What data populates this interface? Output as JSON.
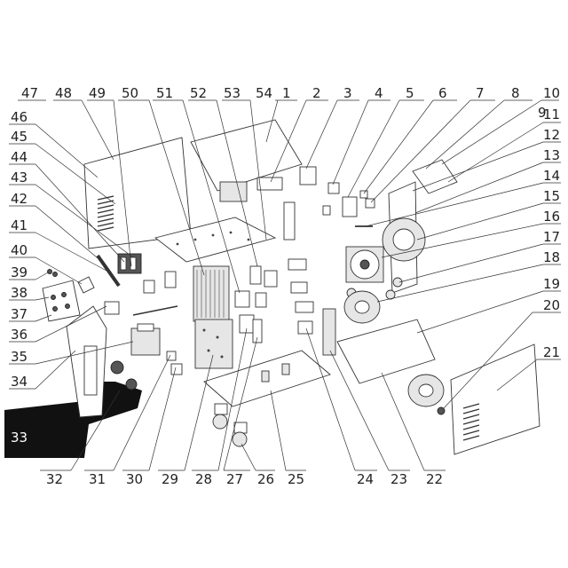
{
  "diagram": {
    "type": "exploded-parts-view",
    "top_labels": [
      "47",
      "48",
      "49",
      "50",
      "51",
      "52",
      "53",
      "54",
      "1",
      "2",
      "3",
      "4",
      "5",
      "6",
      "7",
      "8",
      "9",
      "10"
    ],
    "right_labels": [
      "11",
      "12",
      "13",
      "14",
      "15",
      "16",
      "17",
      "18",
      "19",
      "20",
      "21"
    ],
    "left_labels": [
      "46",
      "45",
      "44",
      "43",
      "42",
      "41",
      "40",
      "39",
      "38",
      "37",
      "36",
      "35",
      "34",
      "33"
    ],
    "bottom_labels": [
      "32",
      "31",
      "30",
      "29",
      "28",
      "27",
      "26",
      "25",
      "24",
      "23",
      "22"
    ]
  }
}
